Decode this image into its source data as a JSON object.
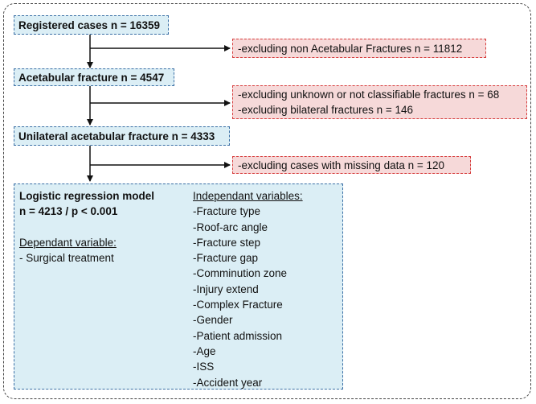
{
  "flow": {
    "registered": "Registered cases  n = 16359",
    "exclusion_1": "-excluding non Acetabular Fractures  n = 11812",
    "acetabular": "Acetabular fracture n = 4547",
    "exclusion_2a": "-excluding unknown or not classifiable fractures n = 68",
    "exclusion_2b": "-excluding bilateral fractures n = 146",
    "unilateral": "Unilateral acetabular fracture n = 4333",
    "exclusion_3": "-excluding cases with missing data n = 120"
  },
  "model": {
    "title": "Logistic regression model",
    "stats": "n = 4213 / p < 0.001",
    "dependent_heading": "Dependant variable:",
    "dependent_items": [
      "- Surgical treatment"
    ],
    "independent_heading": "Independant variables:",
    "independent_items": [
      "-Fracture type",
      "-Roof-arc angle",
      "-Fracture step",
      "-Fracture gap",
      "-Comminution zone",
      "-Injury extend",
      "-Complex Fracture",
      "-Gender",
      "-Patient admission",
      "-Age",
      "-ISS",
      "-Accident year"
    ]
  },
  "colors": {
    "box_fill": "#dbeef5",
    "box_border": "#3a6fa5",
    "exclusion_fill": "#f6d9d9",
    "exclusion_border": "#d63b3b"
  }
}
